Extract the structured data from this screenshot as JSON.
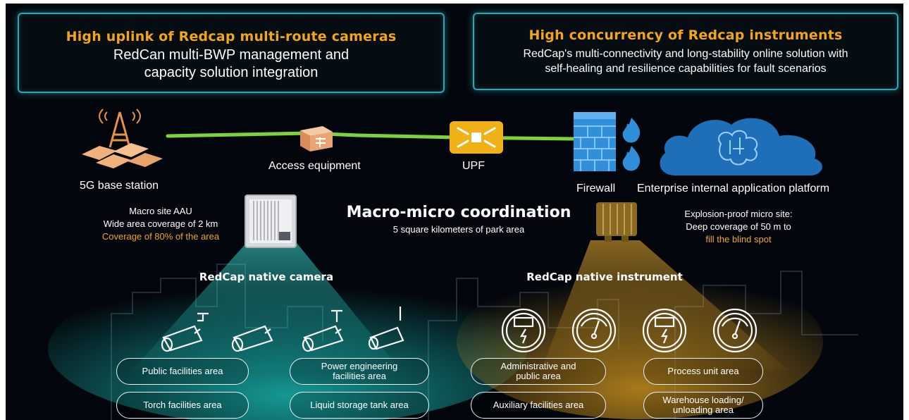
{
  "panels": {
    "left": {
      "title": "High uplink of Redcap multi-route cameras",
      "line1": "RedCan multi-BWP management and",
      "line2": "capacity solution integration"
    },
    "right": {
      "title": "High concurrency of Redcap instruments",
      "line1": "RedCap's multi-connectivity and long-stability online solution with",
      "line2": "self-healing and resilience capabilities for fault scenarios"
    }
  },
  "network": {
    "base_station": "5G base station",
    "access_equipment": "Access equipment",
    "upf": "UPF",
    "firewall": "Firewall",
    "platform": "Enterprise internal application platform"
  },
  "macro_site": {
    "line1": "Macro site AAU",
    "line2": "Wide area coverage of 2 km",
    "line3": "Coverage of 80% of the area"
  },
  "coordination": {
    "title": "Macro-micro coordination",
    "subtitle": "5 square kilometers of park area"
  },
  "micro_site": {
    "line1": "Explosion-proof micro site:",
    "line2": "Deep coverage of 50 m to",
    "line3": "fill the blind spot"
  },
  "camera_header": "RedCap native camera",
  "instrument_header": "RedCap native instrument",
  "areas": {
    "a1": "Public facilities area",
    "a2a": "Power engineering",
    "a2b": "facilities area",
    "a3a": "Administrative and",
    "a3b": "public area",
    "a4": "Process unit area",
    "a5": "Torch facilities area",
    "a6": "Liquid storage tank area",
    "a7": "Auxiliary facilities area",
    "a8a": "Warehouse loading/",
    "a8b": "unloading area"
  },
  "colors": {
    "accent_orange": "#f2a51c",
    "panel_border": "#2aa7b4",
    "link_green": "#7ed33a",
    "beam_cyan": "#1bc8c0",
    "beam_amber": "#e0a020"
  },
  "icons": [
    "antenna-tower-icon",
    "access-equipment-icon",
    "upf-icon",
    "firewall-icon",
    "flame-icon",
    "cloud-brain-icon",
    "aau-device-icon",
    "micro-site-device-icon",
    "camera-icon",
    "meter-icon",
    "gauge-icon"
  ]
}
